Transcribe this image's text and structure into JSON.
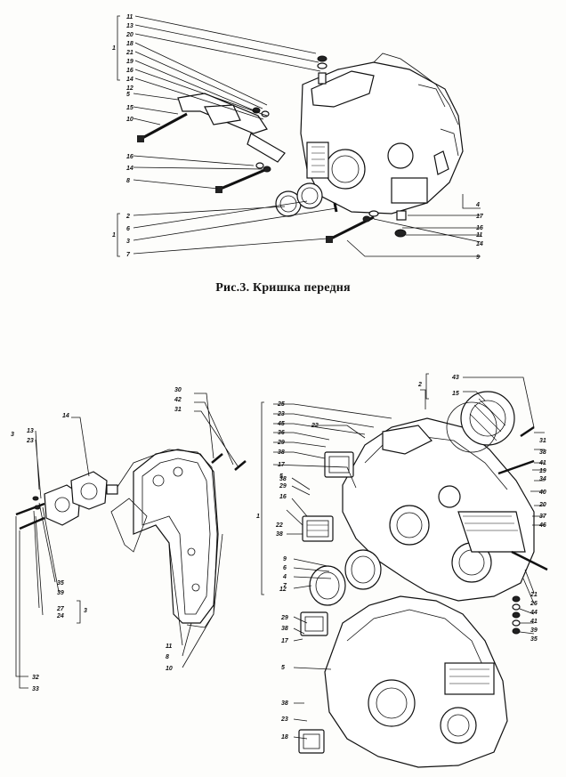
{
  "figure": {
    "caption": "Рис.3. Кришка передня"
  },
  "top_assembly": {
    "group_1_labels": [
      "11",
      "13",
      "20",
      "18",
      "21",
      "19",
      "16",
      "14",
      "12"
    ],
    "left_labels": [
      "5",
      "15",
      "10"
    ],
    "group_mark_1": "1",
    "mid_left_labels": [
      "16",
      "14",
      "8"
    ],
    "group_bottom_labels": [
      "2",
      "6",
      "3",
      "7"
    ],
    "group_mark_bottom": "1",
    "right_labels": [
      "4",
      "17",
      "16",
      "11",
      "14",
      "9"
    ]
  },
  "bottom_left_assembly": {
    "group_mark": "3",
    "labels_top": [
      "13",
      "23",
      "14"
    ],
    "labels_side": [
      "35",
      "39",
      "27",
      "24"
    ],
    "group_mark_2": "3",
    "labels_bottom": [
      "32",
      "33"
    ],
    "labels_cover": [
      "30",
      "42",
      "31"
    ],
    "labels_cover_bottom": [
      "11",
      "8",
      "10"
    ]
  },
  "bottom_right_assembly": {
    "group_mark_top": "2",
    "labels_top_right": [
      "43",
      "15"
    ],
    "labels_right": [
      "31",
      "38",
      "41",
      "19",
      "34",
      "40",
      "20",
      "37",
      "46",
      "21",
      "26",
      "44",
      "41",
      "39",
      "35"
    ],
    "group_mark_left": "1",
    "labels_left": [
      "25",
      "23",
      "45",
      "36",
      "29",
      "38",
      "17",
      "5",
      "38",
      "29",
      "16",
      "22",
      "38",
      "9",
      "6",
      "4",
      "7",
      "12"
    ],
    "labels_left_upper_mid": [
      "22"
    ],
    "labels_lower": [
      "29",
      "38",
      "17",
      "5",
      "38",
      "23",
      "18"
    ]
  }
}
